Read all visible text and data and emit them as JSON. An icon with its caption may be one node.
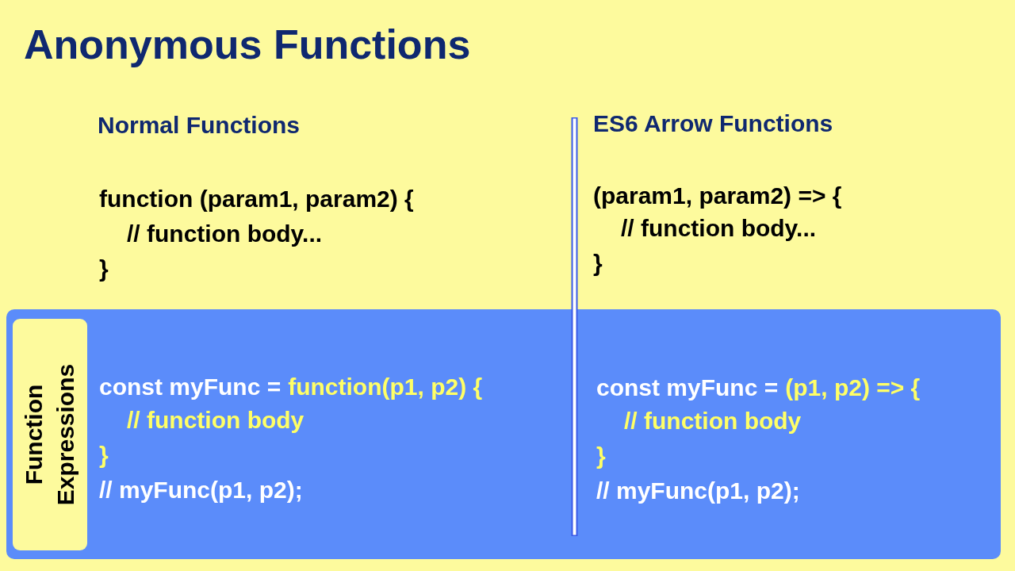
{
  "diagram": {
    "title": "Anonymous Functions",
    "nodes": [
      {
        "text": [],
        "shape": "box"
      },
      {
        "text": [
          "Function Expressions"
        ],
        "in": 0
      }
    ],
    "edges": [],
    "labels": [
      "Normal Functions",
      "ES6 Arrow Functions",
      "function (param1, param2) {",
      "// function body...",
      "}",
      "(param1, param2) => {",
      "// function body...",
      "}",
      "const myFunc =",
      "function(p1, p2) {",
      "// function body",
      "}",
      "// myFunc(p1, p2);",
      "const myFunc =",
      "(p1, p2) => {",
      "// function body",
      "}",
      "// myFunc(p1, p2);"
    ]
  }
}
